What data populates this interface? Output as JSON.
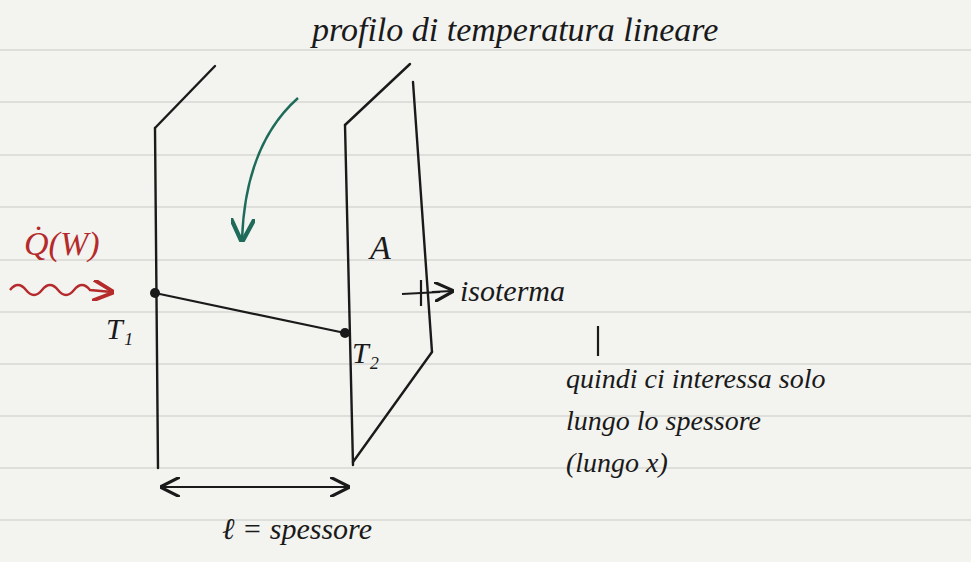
{
  "diagram": {
    "labels": [
      "profilo di temperatura lineare",
      "Q̇(W)",
      "T₁",
      "T₂",
      "A",
      "isoterma",
      "quindi ci interessa solo lungo lo spessore (lungo x)",
      "ℓ = spessore"
    ]
  }
}
